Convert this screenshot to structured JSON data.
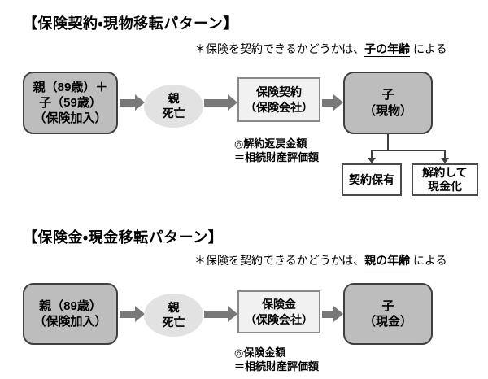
{
  "colors": {
    "box_fill": "#bdbdbd",
    "box_border": "#3f3f3f",
    "ellipse_fill": "#e2e2e2",
    "rect_fill": "#f1f1f1",
    "rect_border": "#898989",
    "option_border": "#4a4a4a",
    "arrow": "#787878",
    "line": "#3f3f3f"
  },
  "section1": {
    "title": "【保険契約・現物移転パターン】",
    "note": {
      "prefix": "＊保険を契約できるかどうかは、",
      "emphasis": "子の年齢",
      "suffix": " による"
    },
    "start_box": {
      "line1": "親（89歳）＋",
      "line2": "子（59歳）",
      "line3": "（保険加入）"
    },
    "event_ellipse": {
      "line1": "親",
      "line2": "死亡"
    },
    "contract_box": {
      "line1": "保険契約",
      "line2": "（保険会社）"
    },
    "result_box": {
      "line1": "子",
      "line2": "（現物）"
    },
    "caption": {
      "line1": "◎解約返戻金額",
      "line2": "＝相続財産評価額"
    },
    "option_hold_box": {
      "line1": "契約保有"
    },
    "option_cash_box": {
      "line1": "解約して",
      "line2": "現金化"
    }
  },
  "section2": {
    "title": "【保険金・現金移転パターン】",
    "note": {
      "prefix": "＊保険を契約できるかどうかは、",
      "emphasis": "親の年齢",
      "suffix": " による"
    },
    "start_box": {
      "line1": "親（89歳）",
      "line2": "（保険加入）"
    },
    "event_ellipse": {
      "line1": "親",
      "line2": "死亡"
    },
    "contract_box": {
      "line1": "保険金",
      "line2": "（保険会社）"
    },
    "result_box": {
      "line1": "子",
      "line2": "（現金）"
    },
    "caption": {
      "line1": "◎保険金額",
      "line2": "＝相続財産評価額"
    }
  }
}
